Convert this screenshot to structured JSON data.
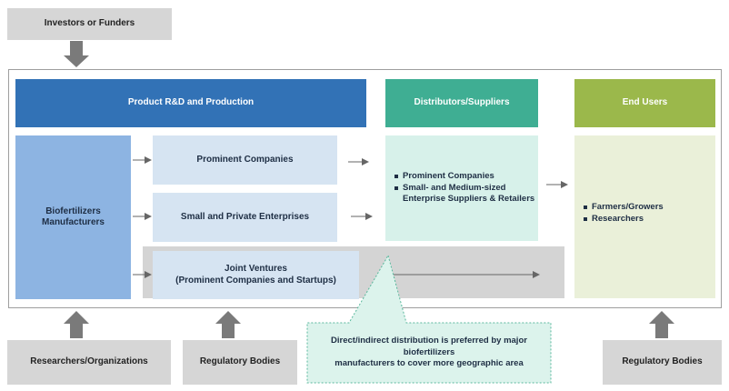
{
  "top": {
    "investors": "Investors or Funders"
  },
  "headers": {
    "rd": "Product R&D and Production",
    "distributors": "Distributors/Suppliers",
    "end_users": "End Users"
  },
  "manufacturers": {
    "line1": "Biofertilizers",
    "line2": "Manufacturers"
  },
  "companies": {
    "prominent": "Prominent Companies",
    "small": "Small and Private Enterprises",
    "jv_line1": "Joint Ventures",
    "jv_line2": "(Prominent Companies and Startups)"
  },
  "distributors_list": {
    "item1": "Prominent Companies",
    "item2_line1": "Small- and Medium-sized",
    "item2_line2": "Enterprise Suppliers & Retailers"
  },
  "end_users_list": {
    "item1": "Farmers/Growers",
    "item2": "Researchers"
  },
  "callout": {
    "line1": "Direct/indirect distribution is preferred by major biofertilizers",
    "line2": "manufacturers to cover more geographic area"
  },
  "bottom": {
    "researchers": "Researchers/Organizations",
    "regulatory1": "Regulatory Bodies",
    "regulatory2": "Regulatory Bodies"
  },
  "colors": {
    "blue_header": "#3272b6",
    "teal_header": "#3fae93",
    "green_header": "#9bb84b",
    "manufacturer_blue": "#8db4e2",
    "arrow_grey": "#7a7a7a"
  }
}
